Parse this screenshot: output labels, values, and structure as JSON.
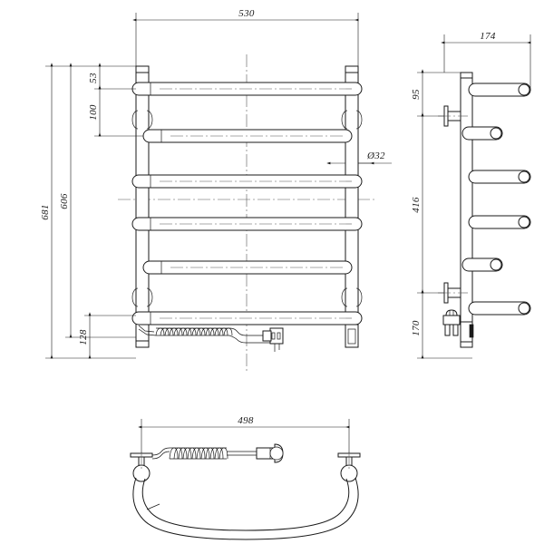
{
  "document": {
    "type": "technical-drawing",
    "subject": "Heated towel rail / towel warmer ladder",
    "units": "mm"
  },
  "views": {
    "front": {
      "name": "front-elevation",
      "rail_count": 6,
      "post_count": 2
    },
    "side": {
      "name": "side-elevation",
      "rail_count": 6,
      "bracket_count": 2
    },
    "top": {
      "name": "top-plan",
      "rail_count": 2
    }
  },
  "dimensions": {
    "front_width": "530",
    "front_height_overall": "681",
    "front_height_inner": "606",
    "front_top_offset": "53",
    "front_pitch": "100",
    "front_bottom_offset": "128",
    "diameter": "Ø32",
    "side_depth": "174",
    "side_top_bracket": "95",
    "side_bracket_span": "416",
    "side_bottom": "170",
    "top_width": "498"
  },
  "symbols": {
    "plug": "electrical-plug",
    "cord": "coiled-power-cord",
    "switch": "control-switch-box",
    "wall_bracket": "wall-mount-bracket"
  },
  "colors": {
    "line": "#1a1a1a",
    "center_line": "#555555",
    "background": "#ffffff"
  }
}
